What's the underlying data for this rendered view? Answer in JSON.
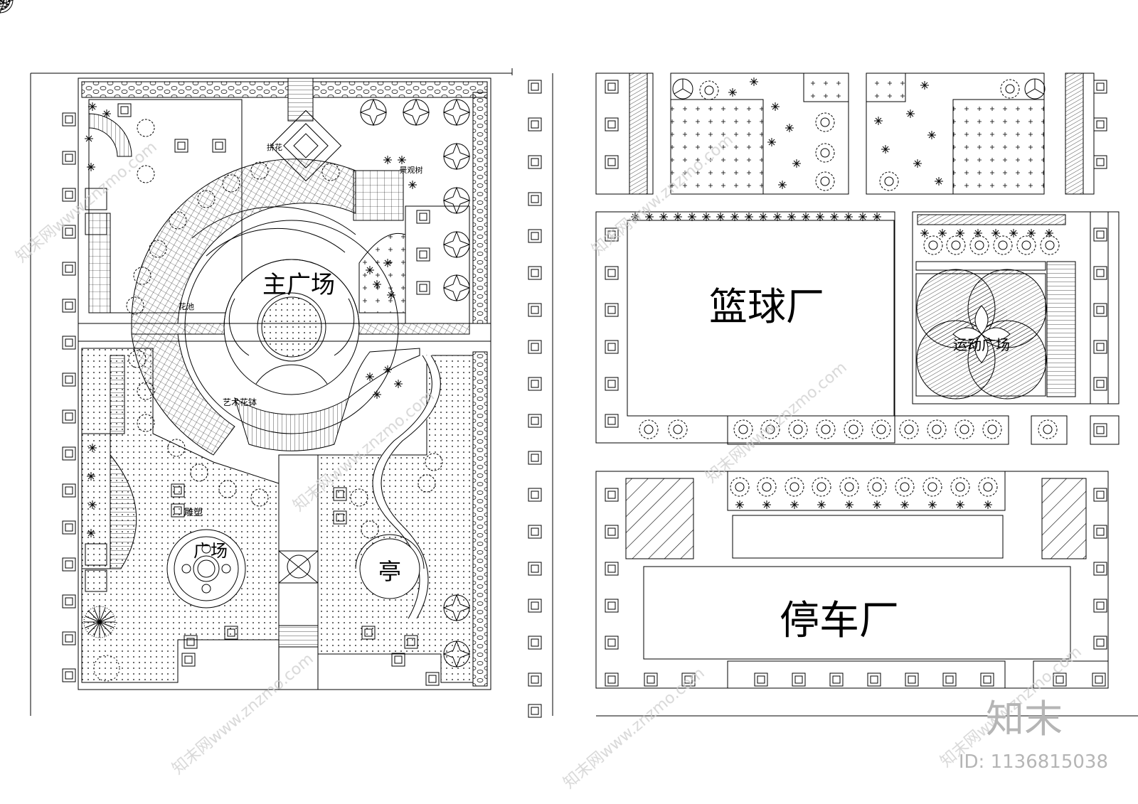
{
  "labels": {
    "main_plaza": "主广场",
    "plaza": "广场",
    "pavilion": "亭",
    "basketball": "篮球厂",
    "parking": "停车厂",
    "sports_plaza": "运动广场",
    "flower_pool": "花池",
    "art_planter": "艺术花钵",
    "sculpture": "雕塑",
    "paving": "拼花",
    "landscape_tree": "景观树"
  },
  "brand": {
    "logo_text": "知末",
    "id_text": "ID: 1136815038"
  },
  "watermark": {
    "text": "知末网www.znzmo.com"
  },
  "colors": {
    "line": "#000000",
    "background": "#ffffff",
    "watermark": "#cfcfcf"
  }
}
